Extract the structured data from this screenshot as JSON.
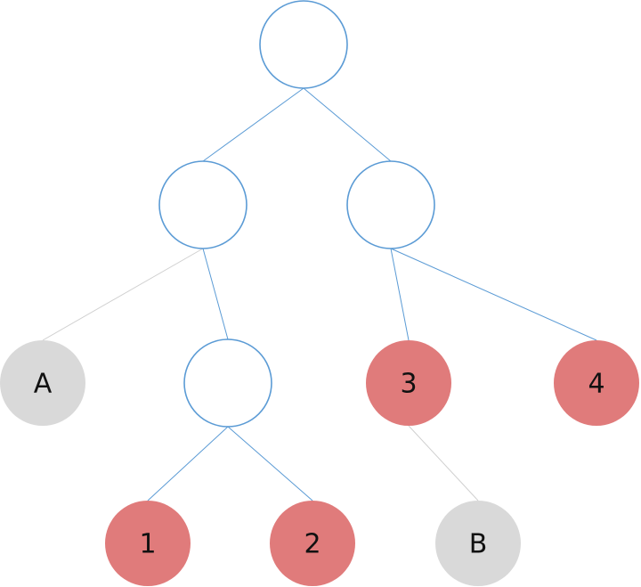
{
  "colors": {
    "background": "#ffffff",
    "empty_node_stroke": "#5b9bd5",
    "empty_node_fill": "#ffffff",
    "highlight_node_fill": "#e07b7b",
    "grey_node_fill": "#d9d9d9",
    "blue_edge": "#5b9bd5",
    "grey_edge": "#d0d0d0",
    "label_color": "#111111"
  },
  "tree": {
    "nodes": [
      {
        "id": "root",
        "label": "",
        "style": "empty"
      },
      {
        "id": "left-internal",
        "label": "",
        "style": "empty"
      },
      {
        "id": "right-internal",
        "label": "",
        "style": "empty"
      },
      {
        "id": "left-right-internal",
        "label": "",
        "style": "empty"
      },
      {
        "id": "leaf-a",
        "label": "A",
        "style": "grey"
      },
      {
        "id": "leaf-1",
        "label": "1",
        "style": "highlight"
      },
      {
        "id": "leaf-2",
        "label": "2",
        "style": "highlight"
      },
      {
        "id": "leaf-3",
        "label": "3",
        "style": "highlight"
      },
      {
        "id": "leaf-4",
        "label": "4",
        "style": "highlight"
      },
      {
        "id": "leaf-b",
        "label": "B",
        "style": "grey"
      }
    ],
    "edges": [
      {
        "from": "root",
        "to": "left-internal",
        "style": "blue"
      },
      {
        "from": "root",
        "to": "right-internal",
        "style": "blue"
      },
      {
        "from": "left-internal",
        "to": "leaf-a",
        "style": "grey"
      },
      {
        "from": "left-internal",
        "to": "left-right-internal",
        "style": "blue"
      },
      {
        "from": "right-internal",
        "to": "leaf-3",
        "style": "blue"
      },
      {
        "from": "right-internal",
        "to": "leaf-4",
        "style": "blue"
      },
      {
        "from": "left-right-internal",
        "to": "leaf-1",
        "style": "blue"
      },
      {
        "from": "left-right-internal",
        "to": "leaf-2",
        "style": "blue"
      },
      {
        "from": "leaf-3",
        "to": "leaf-b",
        "style": "grey"
      }
    ]
  }
}
